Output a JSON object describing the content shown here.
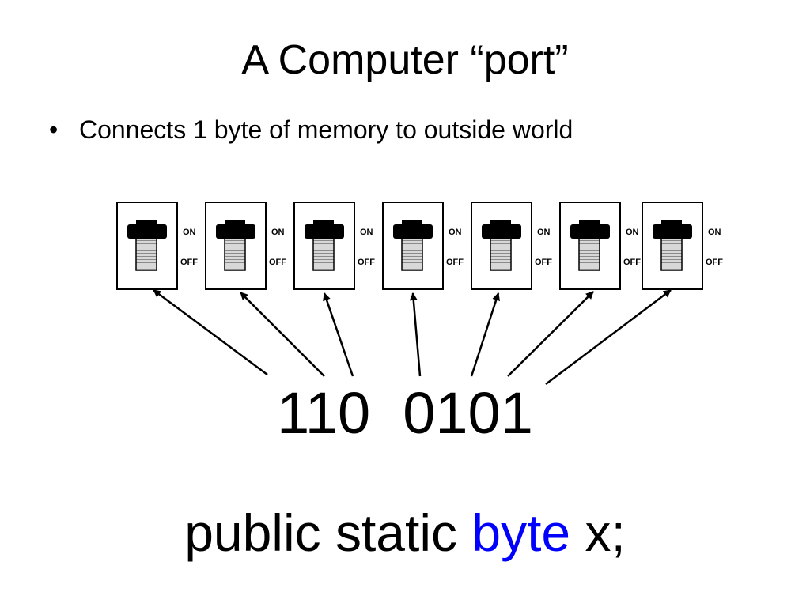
{
  "slide": {
    "title": "A Computer “port”",
    "bullet": "Connects 1 byte of memory to outside world",
    "bullet_symbol": "•",
    "binary_high": "110",
    "binary_low": "0101",
    "code": {
      "before": "public static ",
      "keyword": "byte",
      "after": " x;",
      "keyword_color": "#0000ff"
    }
  },
  "switches": {
    "on_label": "ON",
    "off_label": "OFF",
    "count": 7
  }
}
